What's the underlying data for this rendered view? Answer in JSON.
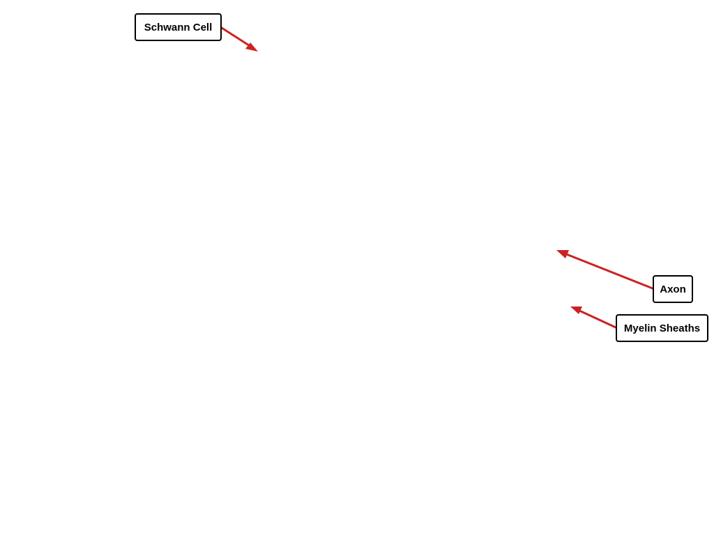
{
  "labels": {
    "schwann_cell": "Schwann Cell",
    "axon": "Axon",
    "myelin_sheaths": "Myelin Sheaths"
  },
  "colors": {
    "arrow": "#cc2222",
    "label_border": "#000000",
    "background": "#ffffff"
  }
}
